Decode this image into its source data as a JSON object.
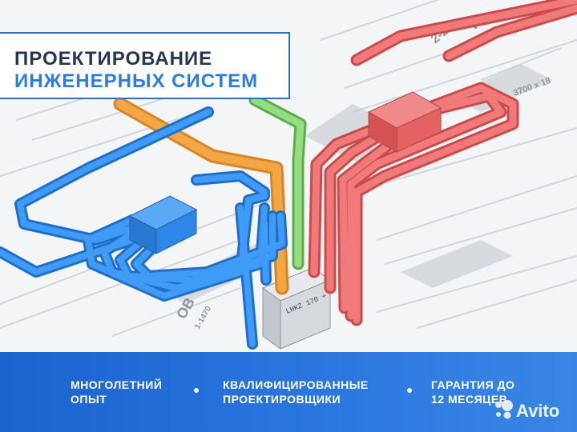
{
  "title": {
    "line1": "ПРОЕКТИРОВАНИЕ",
    "line2": "ИНЖЕНЕРНЫХ СИСТЕМ"
  },
  "drawing": {
    "room_label_1": "2-27",
    "room_label_2": "W",
    "dimension_text": "3700 x 18",
    "unit_label": "LHKZ 170 +",
    "side_label": "ОВ",
    "side_number": "1-1470"
  },
  "features": [
    {
      "line1": "МНОГОЛЕТНИЙ",
      "line2": "ОПЫТ"
    },
    {
      "line1": "КВАЛИФИЦИРОВАННЫЕ",
      "line2": "ПРОЕКТИРОВЩИКИ"
    },
    {
      "line1": "ГАРАНТИЯ ДО",
      "line2": "12 МЕСЯЦЕВ"
    }
  ],
  "watermark": "Avito",
  "colors": {
    "accent_blue": "#2c7be2",
    "pipe_blue": "#2f8ef0",
    "pipe_red": "#e86a6a",
    "pipe_orange": "#f0a040",
    "pipe_green": "#7fd06a"
  }
}
